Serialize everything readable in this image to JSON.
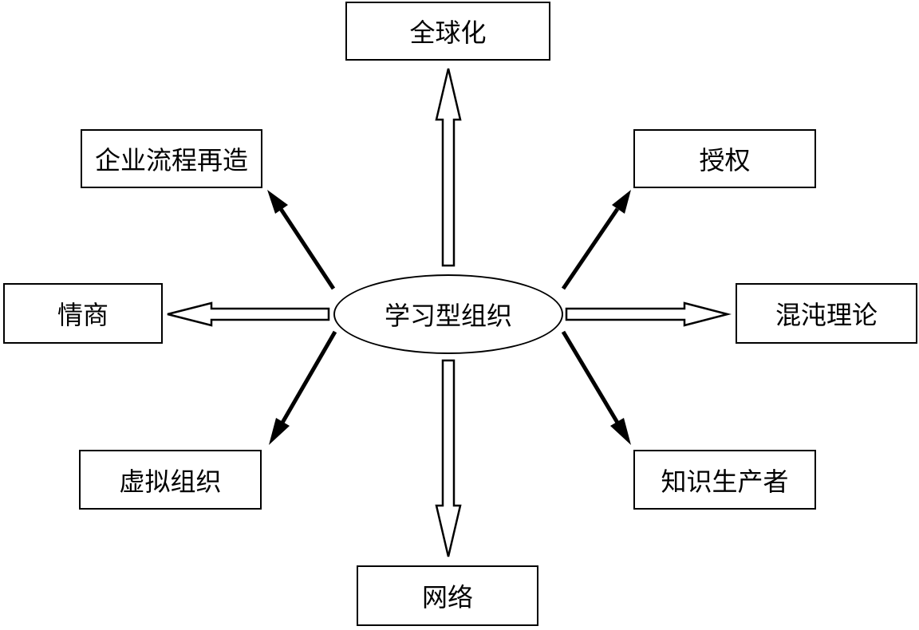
{
  "diagram": {
    "center": {
      "label": "学习型组织"
    },
    "nodes": {
      "globalization": {
        "label": "全球化"
      },
      "bpr": {
        "label": "企业流程再造"
      },
      "empowerment": {
        "label": "授权"
      },
      "eq": {
        "label": "情商"
      },
      "chaos_theory": {
        "label": "混沌理论"
      },
      "virtual_org": {
        "label": "虚拟组织"
      },
      "knowledge_producer": {
        "label": "知识生产者"
      },
      "network": {
        "label": "网络"
      }
    },
    "connections": [
      {
        "from": "center",
        "to": "globalization",
        "style": "hollow-arrow"
      },
      {
        "from": "center",
        "to": "network",
        "style": "hollow-arrow"
      },
      {
        "from": "center",
        "to": "eq",
        "style": "hollow-arrow"
      },
      {
        "from": "center",
        "to": "chaos_theory",
        "style": "hollow-arrow"
      },
      {
        "from": "center",
        "to": "bpr",
        "style": "solid-arrow"
      },
      {
        "from": "center",
        "to": "empowerment",
        "style": "solid-arrow"
      },
      {
        "from": "center",
        "to": "virtual_org",
        "style": "solid-arrow"
      },
      {
        "from": "center",
        "to": "knowledge_producer",
        "style": "solid-arrow"
      }
    ]
  }
}
